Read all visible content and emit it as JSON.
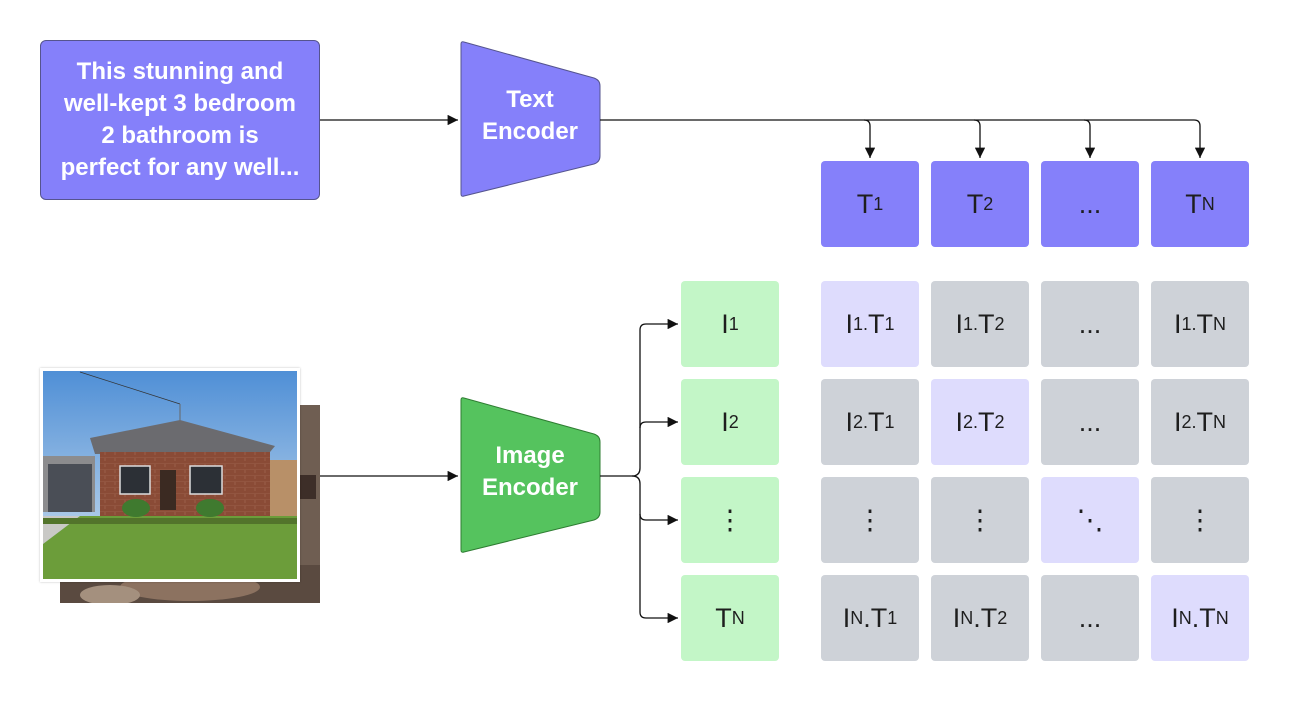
{
  "input_text": "This stunning and\nwell-kept 3 bedroom\n2 bathroom is\nperfect for any well...",
  "text_encoder": {
    "label": "Text\nEncoder",
    "color": "#8580fa"
  },
  "image_encoder": {
    "label": "Image\nEncoder",
    "color": "#55c35e"
  },
  "text_embeddings": [
    {
      "main": "T",
      "sub": "1"
    },
    {
      "main": "T",
      "sub": "2"
    },
    {
      "main": "...",
      "sub": ""
    },
    {
      "main": "T",
      "sub": "N"
    }
  ],
  "image_embeddings": [
    {
      "main": "I",
      "sub": "1"
    },
    {
      "main": "I",
      "sub": "2"
    },
    {
      "main": "⋮",
      "sub": ""
    },
    {
      "main": "T",
      "sub": "N"
    }
  ],
  "matrix": [
    [
      {
        "a": "I",
        "as": "1.",
        "b": "T",
        "bs": "1",
        "kind": "diag"
      },
      {
        "a": "I",
        "as": "1.",
        "b": "T",
        "bs": "2",
        "kind": "off"
      },
      {
        "text": "...",
        "kind": "off"
      },
      {
        "a": "I",
        "as": "1.",
        "b": "T",
        "bs": "N",
        "kind": "off"
      }
    ],
    [
      {
        "a": "I",
        "as": "2.",
        "b": "T",
        "bs": "1",
        "kind": "off"
      },
      {
        "a": "I",
        "as": "2.",
        "b": "T",
        "bs": "2",
        "kind": "diag"
      },
      {
        "text": "...",
        "kind": "off"
      },
      {
        "a": "I",
        "as": "2.",
        "b": "T",
        "bs": "N",
        "kind": "off"
      }
    ],
    [
      {
        "text": "⋮",
        "kind": "off"
      },
      {
        "text": "⋮",
        "kind": "off"
      },
      {
        "text": "⋱",
        "kind": "diag"
      },
      {
        "text": "⋮",
        "kind": "off"
      }
    ],
    [
      {
        "a": "I",
        "as": "N",
        "b": ".T",
        "bs": "1",
        "kind": "off"
      },
      {
        "a": "I",
        "as": "N",
        "b": ".T",
        "bs": "2",
        "kind": "off"
      },
      {
        "text": "...",
        "kind": "off"
      },
      {
        "a": "I",
        "as": "N",
        "b": ".T",
        "bs": "N",
        "kind": "diag"
      }
    ]
  ]
}
